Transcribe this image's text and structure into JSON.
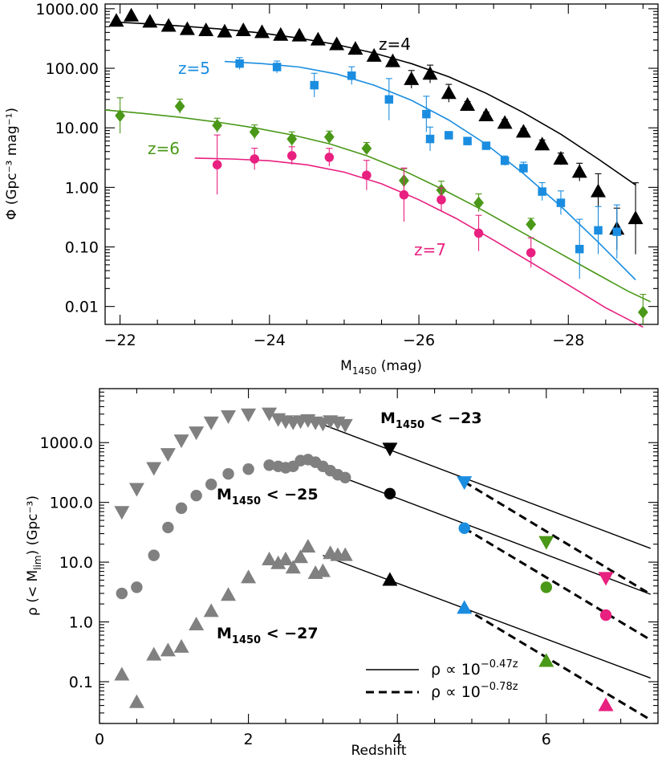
{
  "chart_data": [
    {
      "type": "scatter",
      "xlabel_main": "M",
      "xlabel_sub": "1450",
      "xlabel_unit": " (mag)",
      "ylabel": "Φ (Gpc⁻³ mag⁻¹)",
      "xlim": [
        -21.8,
        -29.2
      ],
      "ylim": [
        0.005,
        1200
      ],
      "yscale": "log",
      "xticks": [
        -22,
        -24,
        -26,
        -28
      ],
      "xtick_labels": [
        "−22",
        "−24",
        "−26",
        "−28"
      ],
      "yticks": [
        0.01,
        0.1,
        1,
        10,
        100,
        1000
      ],
      "ytick_labels": [
        "0.01",
        "0.10",
        "1.00",
        "10.00",
        "100.00",
        "1000.00"
      ],
      "series": [
        {
          "name": "z=4",
          "color": "#000000",
          "marker": "triangle",
          "x": [
            -21.95,
            -22.15,
            -22.4,
            -22.65,
            -22.9,
            -23.15,
            -23.4,
            -23.65,
            -23.9,
            -24.15,
            -24.4,
            -24.65,
            -24.9,
            -25.15,
            -25.4,
            -25.65,
            -25.9,
            -26.15,
            -26.4,
            -26.65,
            -26.9,
            -27.15,
            -27.4,
            -27.65,
            -27.9,
            -28.15,
            -28.4,
            -28.65,
            -28.9
          ],
          "y": [
            620,
            760,
            600,
            510,
            450,
            430,
            410,
            430,
            400,
            360,
            350,
            300,
            250,
            210,
            160,
            130,
            65,
            80,
            38,
            24,
            16,
            12,
            8.5,
            5.2,
            3,
            1.8,
            0.85,
            0.2,
            0.3
          ],
          "err": [
            0.03,
            0.03,
            0.03,
            0.03,
            0.03,
            0.03,
            0.03,
            0.03,
            0.03,
            0.03,
            0.03,
            0.03,
            0.03,
            0.03,
            0.03,
            0.03,
            0.15,
            0.15,
            0.15,
            0.06,
            0.06,
            0.06,
            0.06,
            0.08,
            0.1,
            0.15,
            0.3,
            0.35,
            0.6
          ],
          "fit_x": [
            -21.9,
            -22.4,
            -22.9,
            -23.4,
            -23.9,
            -24.4,
            -24.9,
            -25.4,
            -25.9,
            -26.4,
            -26.9,
            -27.4,
            -27.9,
            -28.4,
            -28.9
          ],
          "fit_y": [
            600,
            555,
            505,
            450,
            390,
            320,
            250,
            180,
            120,
            72,
            38,
            18,
            7.8,
            3.0,
            1.1
          ]
        },
        {
          "name": "z=5",
          "color": "#1a8de0",
          "marker": "square",
          "x": [
            -23.6,
            -24.1,
            -24.6,
            -25.1,
            -25.6,
            -26.1,
            -26.15,
            -26.4,
            -26.65,
            -26.9,
            -27.15,
            -27.4,
            -27.65,
            -27.9,
            -28.15,
            -28.4,
            -28.65
          ],
          "y": [
            120,
            105,
            52,
            75,
            30,
            17,
            6.5,
            7.5,
            6,
            5,
            2.8,
            2.1,
            0.85,
            0.55,
            0.092,
            0.19,
            0.18
          ],
          "err": [
            0.1,
            0.1,
            0.2,
            0.15,
            0.35,
            0.3,
            0.2,
            0.06,
            0.06,
            0.06,
            0.08,
            0.1,
            0.15,
            0.2,
            0.5,
            0.4,
            0.45
          ],
          "fit_x": [
            -23.4,
            -23.9,
            -24.4,
            -24.9,
            -25.4,
            -25.9,
            -26.4,
            -26.9,
            -27.4,
            -27.9,
            -28.4,
            -28.9
          ],
          "fit_y": [
            130,
            120,
            105,
            80,
            52,
            29,
            13.5,
            5.3,
            1.7,
            0.48,
            0.12,
            0.028
          ]
        },
        {
          "name": "z=6",
          "color": "#4a9818",
          "marker": "diamond",
          "x": [
            -22,
            -22.8,
            -23.3,
            -23.8,
            -24.3,
            -24.8,
            -25.3,
            -25.8,
            -26.3,
            -26.8,
            -27.5,
            -29
          ],
          "y": [
            16,
            23,
            11,
            8.5,
            6.5,
            7,
            4.5,
            1.3,
            0.9,
            0.55,
            0.24,
            0.008
          ],
          "err": [
            0.3,
            0.12,
            0.12,
            0.12,
            0.12,
            0.1,
            0.1,
            0.2,
            0.15,
            0.15,
            0.1,
            0.3
          ],
          "fit_x": [
            -21.8,
            -22.3,
            -22.8,
            -23.3,
            -23.8,
            -24.3,
            -24.8,
            -25.3,
            -25.8,
            -26.3,
            -26.8,
            -27.3,
            -27.8,
            -28.3,
            -28.8,
            -29.1
          ],
          "fit_y": [
            20,
            17.5,
            15,
            12.5,
            10,
            7.6,
            5.4,
            3.4,
            1.9,
            0.95,
            0.45,
            0.2,
            0.09,
            0.04,
            0.018,
            0.012
          ]
        },
        {
          "name": "z=7",
          "color": "#e8207f",
          "marker": "circle",
          "x": [
            -23.3,
            -23.8,
            -24.3,
            -24.8,
            -25.3,
            -25.8,
            -26.3,
            -26.8,
            -27.5
          ],
          "y": [
            2.4,
            3,
            3.4,
            3.2,
            1.6,
            0.75,
            0.62,
            0.17,
            0.08
          ],
          "err": [
            0.5,
            0.18,
            0.15,
            0.15,
            0.25,
            0.45,
            0.2,
            0.3,
            0.25
          ],
          "fit_x": [
            -23,
            -23.5,
            -24,
            -24.5,
            -25,
            -25.5,
            -26,
            -26.5,
            -27,
            -27.5,
            -28,
            -28.5,
            -29
          ],
          "fit_y": [
            3.1,
            3.0,
            2.8,
            2.4,
            1.8,
            1.15,
            0.62,
            0.3,
            0.13,
            0.055,
            0.023,
            0.0095,
            0.0045
          ]
        }
      ]
    },
    {
      "type": "scatter",
      "xlabel": "Redshift",
      "ylabel_main": "ρ (< M",
      "ylabel_sub": "lim",
      "ylabel_unit": ") (Gpc⁻³)",
      "xlim": [
        0,
        7.5
      ],
      "ylim": [
        0.02,
        8000
      ],
      "yscale": "log",
      "xticks": [
        0,
        2,
        4,
        6
      ],
      "xtick_labels": [
        "0",
        "2",
        "4",
        "6"
      ],
      "yticks": [
        0.1,
        1,
        10,
        100,
        1000
      ],
      "ytick_labels": [
        "0.1",
        "1.0",
        "10.0",
        "100.0",
        "1000.0"
      ],
      "labels": [
        {
          "main": "M",
          "sub": "1450",
          "rest": " < −23"
        },
        {
          "main": "M",
          "sub": "1450",
          "rest": " < −25"
        },
        {
          "main": "M",
          "sub": "1450",
          "rest": " < −27"
        }
      ],
      "legend": [
        {
          "text": "ρ ∝ 10",
          "exp": "−0.47z",
          "style": "solid"
        },
        {
          "text": "ρ ∝ 10",
          "exp": "−0.78z",
          "style": "dashed"
        }
      ],
      "gray_color": "#808080",
      "gray_series": [
        {
          "marker": "triangle-down",
          "x": [
            0.3,
            0.5,
            0.73,
            0.92,
            1.1,
            1.3,
            1.5,
            1.73,
            2.0,
            2.28,
            2.4,
            2.5,
            2.6,
            2.7,
            2.8,
            2.9,
            3.0,
            3.1,
            3.2,
            3.3
          ],
          "y": [
            70,
            170,
            380,
            650,
            1100,
            1500,
            2200,
            2800,
            3000,
            3100,
            2500,
            2300,
            2200,
            2300,
            2400,
            2200,
            2100,
            2300,
            2200,
            2000
          ]
        },
        {
          "marker": "circle",
          "x": [
            0.3,
            0.5,
            0.73,
            0.92,
            1.1,
            1.3,
            1.5,
            1.73,
            2.0,
            2.28,
            2.4,
            2.5,
            2.6,
            2.7,
            2.8,
            2.9,
            3.0,
            3.1,
            3.2,
            3.3
          ],
          "y": [
            3,
            3.8,
            13,
            38,
            80,
            130,
            200,
            300,
            360,
            420,
            400,
            380,
            400,
            500,
            520,
            470,
            400,
            340,
            290,
            260
          ]
        },
        {
          "marker": "triangle",
          "x": [
            0.3,
            0.5,
            0.73,
            0.92,
            1.1,
            1.3,
            1.5,
            1.73,
            2.0,
            2.28,
            2.4,
            2.5,
            2.6,
            2.7,
            2.8,
            2.9,
            3.0,
            3.1,
            3.2,
            3.3
          ],
          "y": [
            0.13,
            0.045,
            0.28,
            0.33,
            0.38,
            0.9,
            1.5,
            2.8,
            5.5,
            11,
            9.5,
            11,
            8,
            12,
            18,
            6.5,
            7,
            14,
            13,
            13
          ]
        }
      ],
      "colored_points": [
        {
          "x": 3.9,
          "y": 800,
          "color": "#000000",
          "marker": "triangle-down"
        },
        {
          "x": 3.9,
          "y": 140,
          "color": "#000000",
          "marker": "circle"
        },
        {
          "x": 3.9,
          "y": 5,
          "color": "#000000",
          "marker": "triangle"
        },
        {
          "x": 4.9,
          "y": 220,
          "color": "#1a8de0",
          "marker": "triangle-down"
        },
        {
          "x": 4.9,
          "y": 37,
          "color": "#1a8de0",
          "marker": "circle"
        },
        {
          "x": 4.9,
          "y": 1.7,
          "color": "#1a8de0",
          "marker": "triangle"
        },
        {
          "x": 6.0,
          "y": 22,
          "color": "#4a9818",
          "marker": "triangle-down"
        },
        {
          "x": 6.0,
          "y": 3.8,
          "color": "#4a9818",
          "marker": "circle"
        },
        {
          "x": 6.0,
          "y": 0.22,
          "color": "#4a9818",
          "marker": "triangle"
        },
        {
          "x": 6.8,
          "y": 5.5,
          "color": "#e8207f",
          "marker": "triangle-down"
        },
        {
          "x": 6.8,
          "y": 1.3,
          "color": "#e8207f",
          "marker": "circle"
        },
        {
          "x": 6.8,
          "y": 0.04,
          "color": "#e8207f",
          "marker": "triangle"
        }
      ],
      "lines": [
        {
          "style": "solid",
          "x": [
            3.0,
            7.4
          ],
          "y": [
            2000,
            17
          ]
        },
        {
          "style": "solid",
          "x": [
            3.0,
            7.4
          ],
          "y": [
            350,
            2.9
          ]
        },
        {
          "style": "solid",
          "x": [
            3.0,
            7.4
          ],
          "y": [
            13,
            0.115
          ]
        },
        {
          "style": "dashed",
          "x": [
            4.9,
            7.4
          ],
          "y": [
            220,
            2.9
          ]
        },
        {
          "style": "dashed",
          "x": [
            4.9,
            7.4
          ],
          "y": [
            37,
            0.5
          ]
        },
        {
          "style": "dashed",
          "x": [
            4.9,
            7.4
          ],
          "y": [
            1.7,
            0.023
          ]
        }
      ]
    }
  ]
}
